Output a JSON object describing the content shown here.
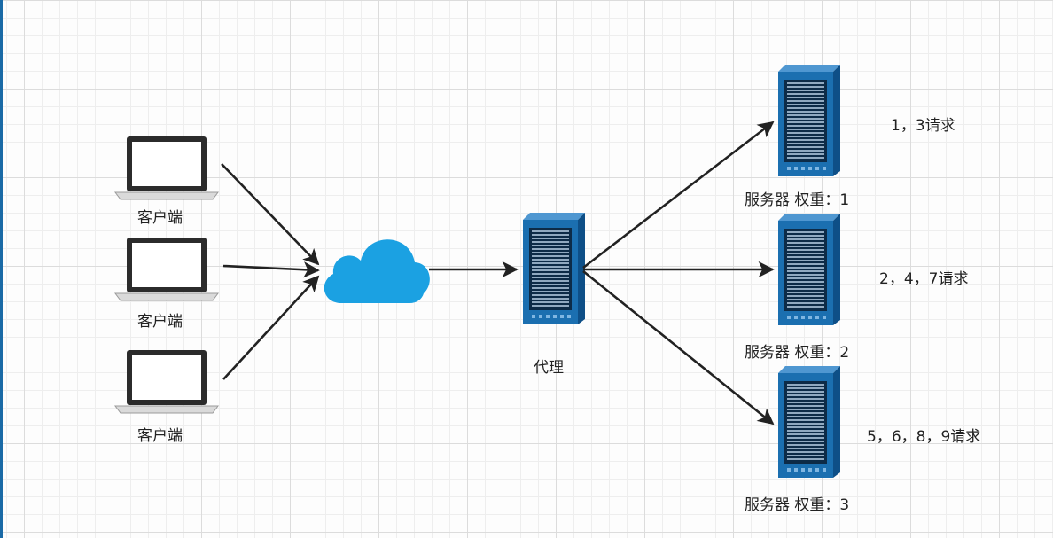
{
  "clients": [
    {
      "label": "客户端"
    },
    {
      "label": "客户端"
    },
    {
      "label": "客户端"
    }
  ],
  "proxy": {
    "label": "代理"
  },
  "servers": [
    {
      "label": "服务器 权重：1",
      "requests": "1，3请求"
    },
    {
      "label": "服务器 权重：2",
      "requests": "2，4，7请求"
    },
    {
      "label": "服务器 权重：3",
      "requests": "5，6，8，9请求"
    }
  ],
  "colors": {
    "cloud": "#1ba1e2",
    "server_blue": "#1b6fb0",
    "arrow": "#222222",
    "laptop": "#2b2b2b"
  }
}
